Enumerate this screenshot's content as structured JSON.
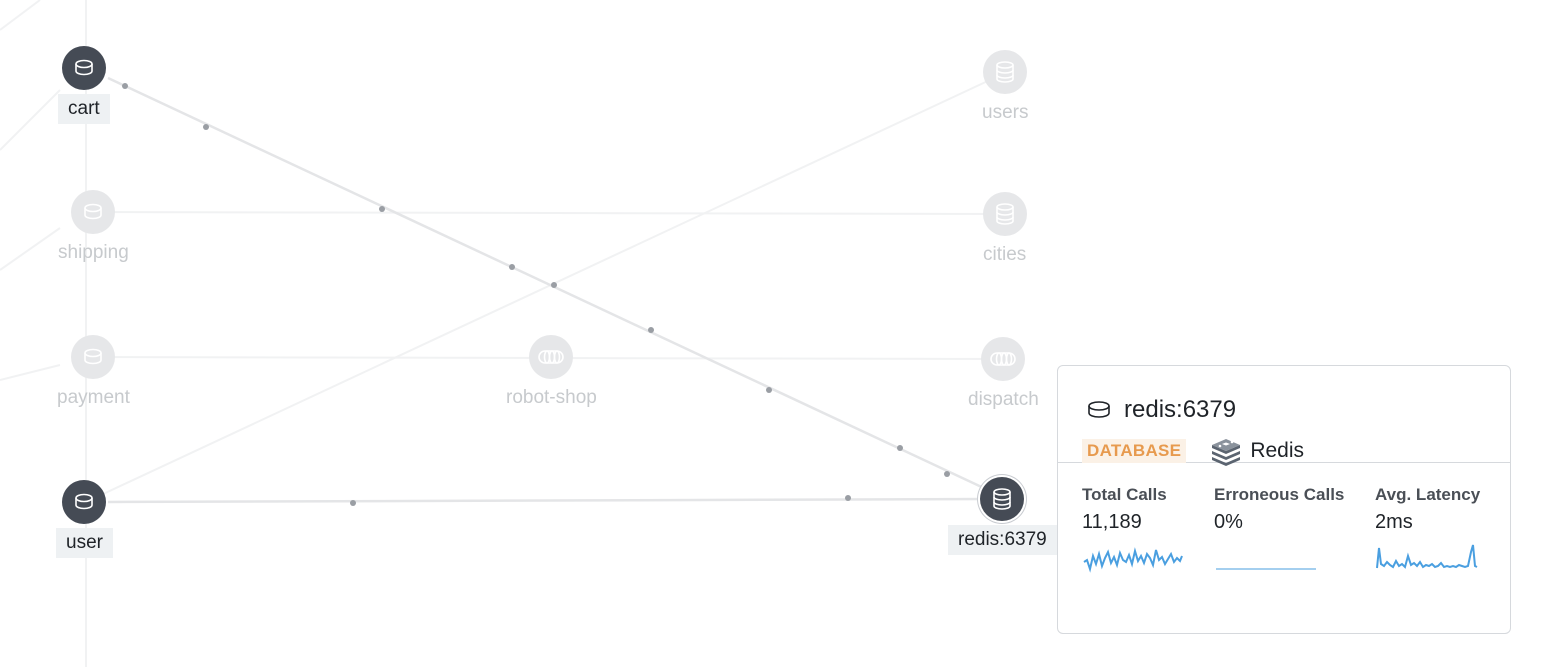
{
  "graph": {
    "nodes": {
      "cart": {
        "label": "cart",
        "icon": "database-icon",
        "state": "active"
      },
      "shipping": {
        "label": "shipping",
        "icon": "database-icon",
        "state": "dim"
      },
      "payment": {
        "label": "payment",
        "icon": "database-icon",
        "state": "dim"
      },
      "user": {
        "label": "user",
        "icon": "database-icon",
        "state": "active"
      },
      "robot_shop": {
        "label": "robot-shop",
        "icon": "queue-icon",
        "state": "dim"
      },
      "users": {
        "label": "users",
        "icon": "database-stack-icon",
        "state": "dim"
      },
      "cities": {
        "label": "cities",
        "icon": "database-stack-icon",
        "state": "dim"
      },
      "dispatch": {
        "label": "dispatch",
        "icon": "queue-icon",
        "state": "dim"
      },
      "redis": {
        "label": "redis:6379",
        "icon": "database-stack-icon",
        "state": "active"
      }
    },
    "colors": {
      "active_node": "#454b55",
      "dim_node": "#e6e7e9",
      "edge": "#e4e5e7",
      "faint_edge": "#f1f2f3",
      "edge_dot": "#9a9ea4"
    }
  },
  "popover": {
    "title": "redis:6379",
    "icon": "database-icon",
    "type_badge": "DATABASE",
    "technology": "Redis",
    "technology_icon": "redis-logo-icon",
    "metrics": [
      {
        "label": "Total Calls",
        "value": "11,189"
      },
      {
        "label": "Erroneous Calls",
        "value": "0%"
      },
      {
        "label": "Avg. Latency",
        "value": "2ms"
      }
    ],
    "accent": "#e79a4e",
    "sparkline_color": "#4a9fe0"
  }
}
